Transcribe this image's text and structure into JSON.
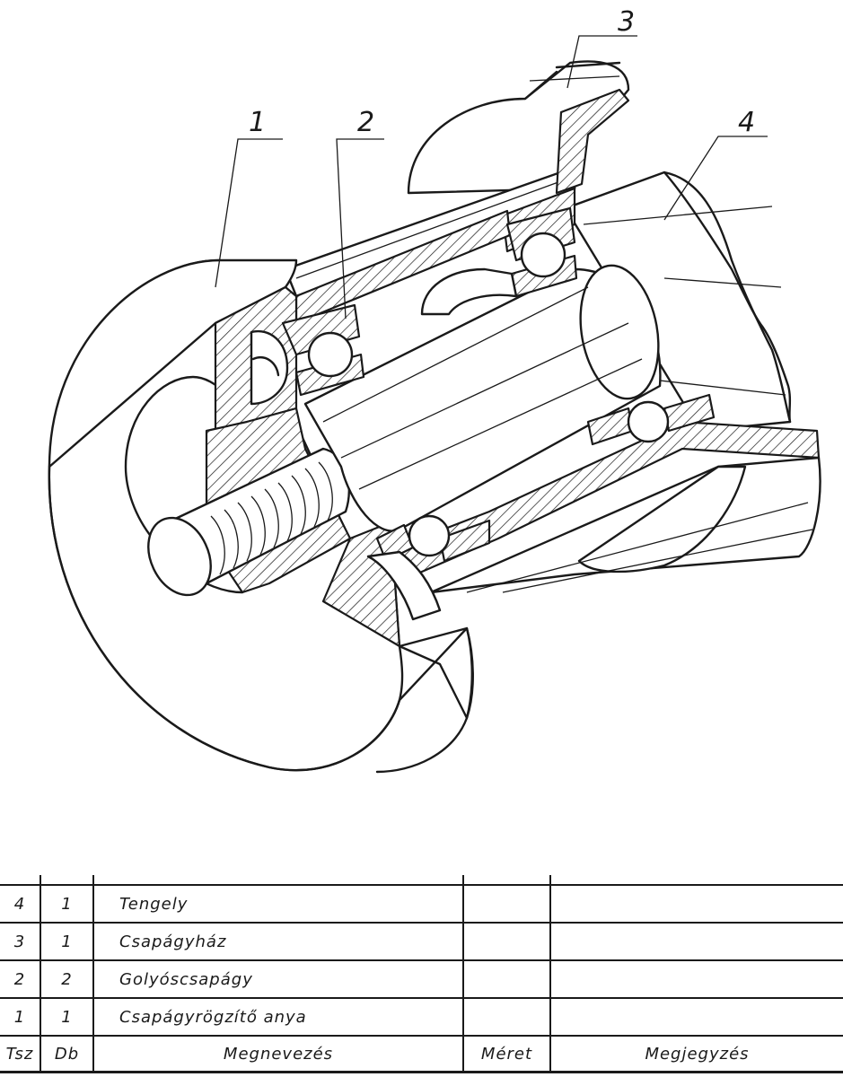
{
  "callouts": [
    "1",
    "2",
    "3",
    "4"
  ],
  "parts_table": {
    "rows": [
      {
        "tsz": "4",
        "db": "1",
        "name": "Tengely",
        "meret": "",
        "megjegyzes": ""
      },
      {
        "tsz": "3",
        "db": "1",
        "name": "Csapágyház",
        "meret": "",
        "megjegyzes": ""
      },
      {
        "tsz": "2",
        "db": "2",
        "name": "Golyóscsapágy",
        "meret": "",
        "megjegyzes": ""
      },
      {
        "tsz": "1",
        "db": "1",
        "name": "Csapágyrögzítő anya",
        "meret": "",
        "megjegyzes": ""
      }
    ],
    "header": {
      "tsz": "Tsz",
      "db": "Db",
      "name": "Megnevezés",
      "meret": "Méret",
      "megjegyzes": "Megjegyzés"
    }
  }
}
